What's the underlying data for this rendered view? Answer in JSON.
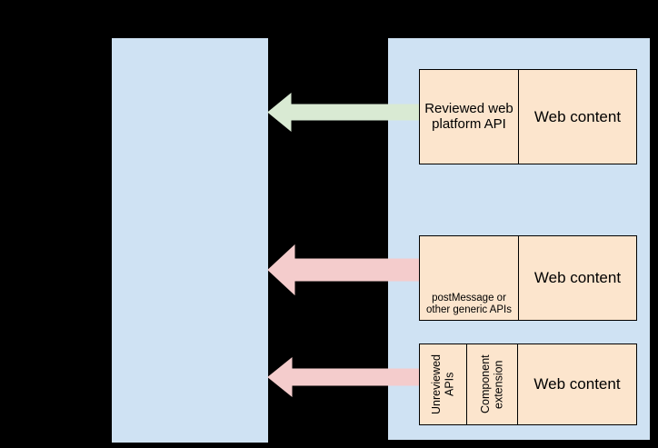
{
  "diagram": {
    "background_color": "#000000",
    "panel_color": "#cfe2f3",
    "box_color": "#fce5cd",
    "arrow_green_color": "#d9ead3",
    "arrow_pink_color": "#f4cccc"
  },
  "left_panel": {
    "label": ""
  },
  "right_panel": {
    "label": ""
  },
  "groups": [
    {
      "id": "group1",
      "cells": [
        {
          "name": "reviewed-web-platform-api",
          "label": "Reviewed web platform API",
          "orientation": "horizontal"
        },
        {
          "name": "web-content",
          "label": "Web content",
          "orientation": "horizontal"
        }
      ],
      "arrow": {
        "color": "#d9ead3",
        "direction": "left",
        "kind": "green"
      }
    },
    {
      "id": "group2",
      "cells": [
        {
          "name": "postmessage-generic-apis",
          "label": "postMessage or other generic APIs",
          "orientation": "horizontal"
        },
        {
          "name": "web-content",
          "label": "Web content",
          "orientation": "horizontal"
        }
      ],
      "arrow": {
        "color": "#f4cccc",
        "direction": "left",
        "kind": "pink"
      }
    },
    {
      "id": "group3",
      "cells": [
        {
          "name": "unreviewed-apis",
          "label": "Unreviewed APIs",
          "orientation": "vertical"
        },
        {
          "name": "component-extension",
          "label": "Component extension",
          "orientation": "vertical"
        },
        {
          "name": "web-content",
          "label": "Web content",
          "orientation": "horizontal"
        }
      ],
      "arrow": {
        "color": "#f4cccc",
        "direction": "left",
        "kind": "pink"
      }
    }
  ]
}
